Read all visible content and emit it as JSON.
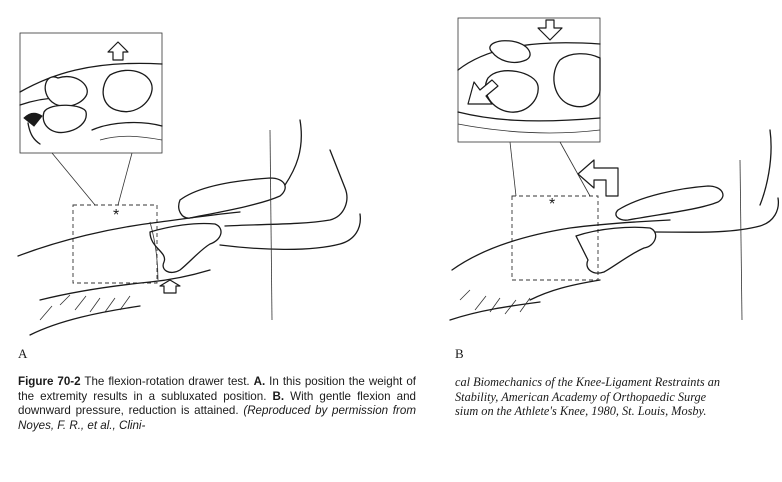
{
  "panels": {
    "a": {
      "letter": "A",
      "marker": "*"
    },
    "b": {
      "letter": "B",
      "marker": "*"
    }
  },
  "caption": {
    "figure_label": "Figure 70-2",
    "title": " The flexion-rotation drawer test. ",
    "part_a_label": "A.",
    "part_a_text": " In this position the weight of the extremity results in a subluxated position. ",
    "part_b_label": "B.",
    "part_b_text": " With gentle flexion and downward pressure, reduction is attained. ",
    "credit_left": "(Reproduced by permission from Noyes, F. R., et al., Clini-",
    "credit_right_lines": [
      "cal Biomechanics of the Knee-Ligament Restraints an",
      "Stability, American Academy of Orthopaedic Surge",
      "sium on the Athlete's Knee, 1980, St. Louis, Mosby."
    ]
  }
}
